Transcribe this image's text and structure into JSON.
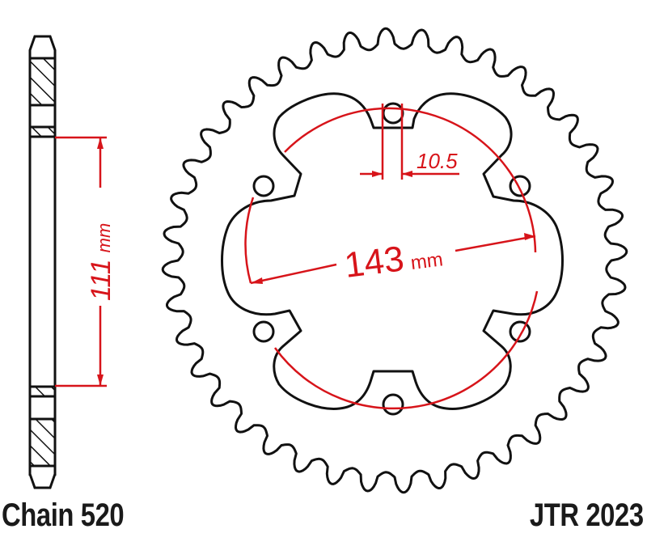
{
  "diagram": {
    "type": "rear sprocket technical drawing",
    "part_number": "JTR 2023",
    "chain": "Chain 520",
    "teeth_drawn": 40,
    "bolt_holes": 6,
    "colors": {
      "outline": "#111111",
      "dimension": "#d7141a",
      "background": "#ffffff"
    }
  },
  "labels": {
    "chain": "Chain 520",
    "part_number": "JTR 2023"
  },
  "dimensions": {
    "center_bore": {
      "value": "111",
      "unit": "mm"
    },
    "pcd": {
      "value": "143",
      "unit": "mm"
    },
    "bolt_hole": {
      "value": "10.5",
      "unit": ""
    }
  }
}
